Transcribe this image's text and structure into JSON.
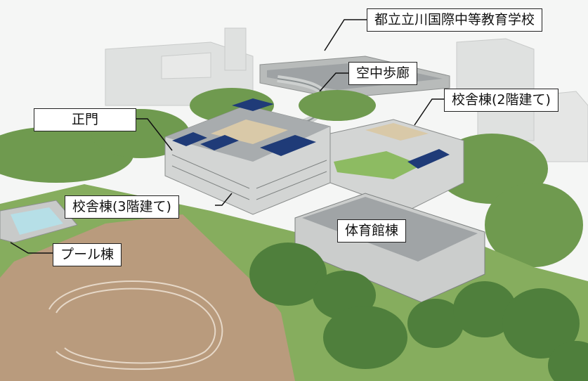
{
  "image": {
    "kind": "aerial-architectural-rendering",
    "colors": {
      "sky": "#f4f5f4",
      "lawn": "#7fa85a",
      "trees": "#4f7f3c",
      "track": "#b99a7c",
      "building": "#cfd1d0",
      "roof": "#a3a7aa",
      "solar": "#1f3b78"
    }
  },
  "labels": {
    "school": "都立立川国際中等教育学校",
    "skywalk": "空中歩廊",
    "wing_2f": "校舎棟(2階建て)",
    "main_gate": "正門",
    "wing_3f": "校舎棟(3階建て)",
    "gym": "体育館棟",
    "pool": "プール棟"
  }
}
